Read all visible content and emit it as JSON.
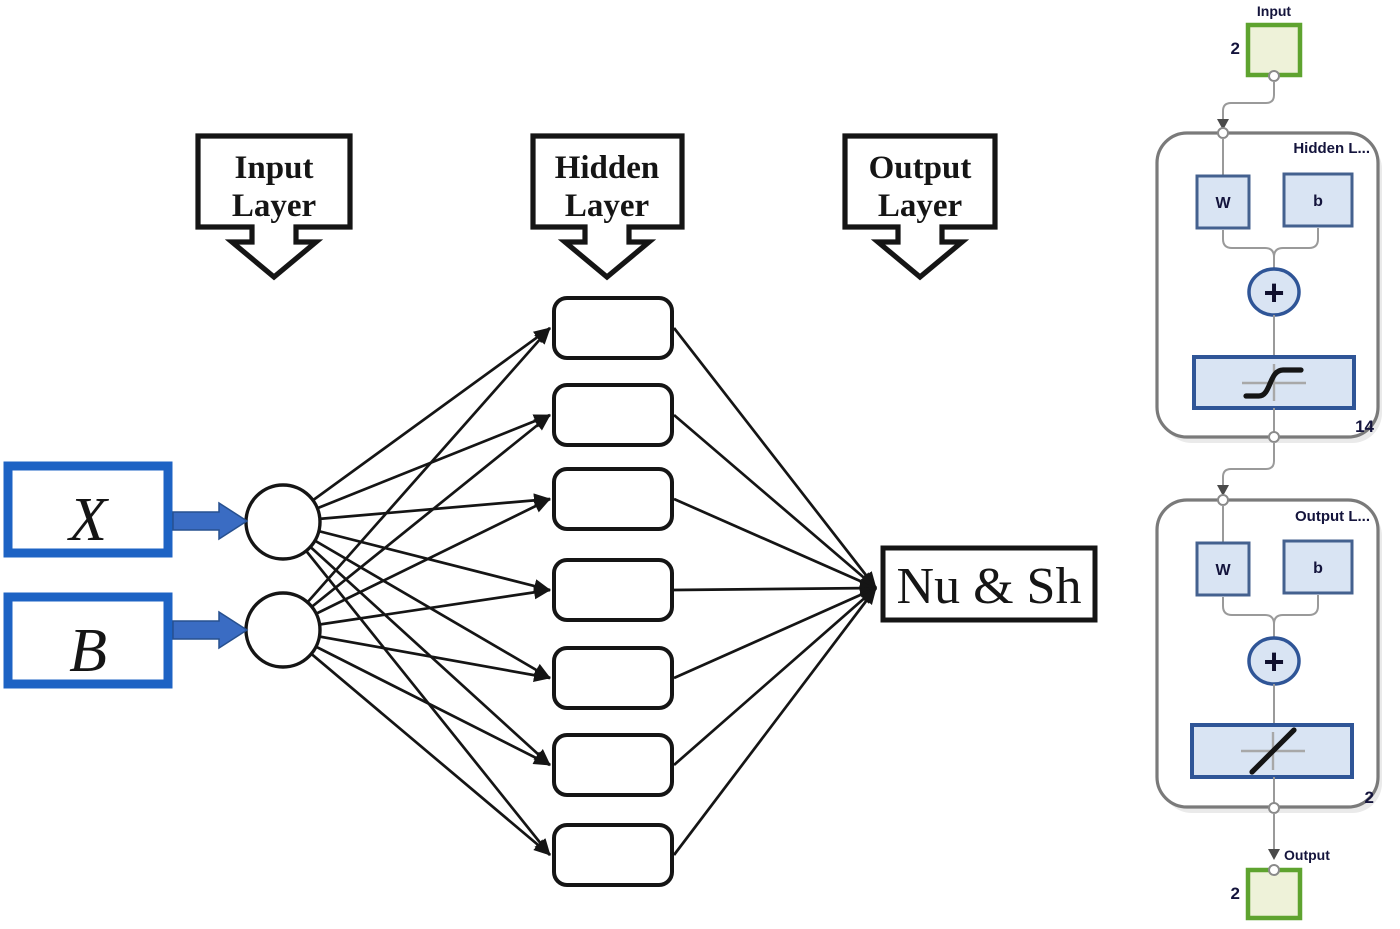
{
  "colors": {
    "diagram_line_black": "#151515",
    "input_box_blue": "#1e63c4",
    "arrow_blue": "#3a6cc3",
    "block_border_gray": "#7a7a7a",
    "connector_gray": "#9a9a9a",
    "inner_box_fill": "#d9e4f3",
    "inner_box_border": "#2f5597",
    "green_border": "#5ea32f",
    "green_fill": "#eef2d9",
    "navy_text": "#14143c"
  },
  "network_diagram": {
    "input_layer_label": {
      "line1": "Input",
      "line2": "Layer"
    },
    "hidden_layer_label": {
      "line1": "Hidden",
      "line2": "Layer"
    },
    "output_layer_label": {
      "line1": "Output",
      "line2": "Layer"
    },
    "input_nodes": [
      {
        "label": "X"
      },
      {
        "label": "B"
      }
    ],
    "hidden_neuron_count": 7,
    "output_label": "Nu & Sh"
  },
  "matlab_view": {
    "input": {
      "label": "Input",
      "dimension": "2"
    },
    "hidden_layer": {
      "title": "Hidden L...",
      "weight": "W",
      "bias": "b",
      "sum": "+",
      "neurons": "14"
    },
    "output_layer": {
      "title": "Output L...",
      "weight": "W",
      "bias": "b",
      "sum": "+",
      "neurons": "2"
    },
    "output": {
      "label": "Output",
      "dimension": "2"
    }
  }
}
